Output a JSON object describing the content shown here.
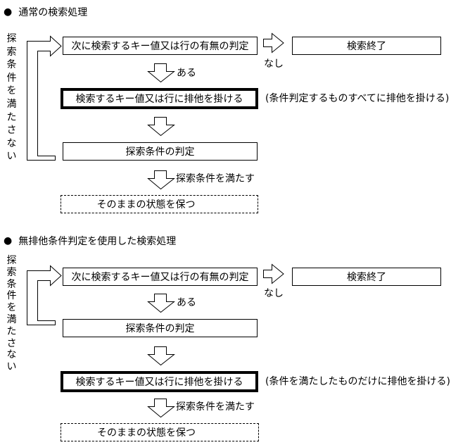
{
  "colors": {
    "background": "#ffffff",
    "line": "#000000",
    "text": "#000000"
  },
  "sections": [
    {
      "bullet": "●",
      "title": "通常の検索処理",
      "loop_label": "探索条件を満たさない",
      "check_box": "次に検索するキー値又は行の有無の判定",
      "no_label": "なし",
      "end_box": "検索終了",
      "yes_label": "ある",
      "lock_box": "検索するキー値又は行に排他を掛ける",
      "lock_note": "(条件判定するものすべてに排他を掛ける)",
      "judge_box": "探索条件の判定",
      "satisfy_label": "探索条件を満たす",
      "keep_box": "そのままの状態を保つ"
    },
    {
      "bullet": "●",
      "title": "無排他条件判定を使用した検索処理",
      "loop_label": "探索条件を満たさない",
      "check_box": "次に検索するキー値又は行の有無の判定",
      "no_label": "なし",
      "end_box": "検索終了",
      "yes_label": "ある",
      "judge_box": "探索条件の判定",
      "lock_box": "検索するキー値又は行に排他を掛ける",
      "lock_note": "(条件を満たしたものだけに排他を掛ける)",
      "satisfy_label": "探索条件を満たす",
      "keep_box": "そのままの状態を保つ"
    }
  ]
}
